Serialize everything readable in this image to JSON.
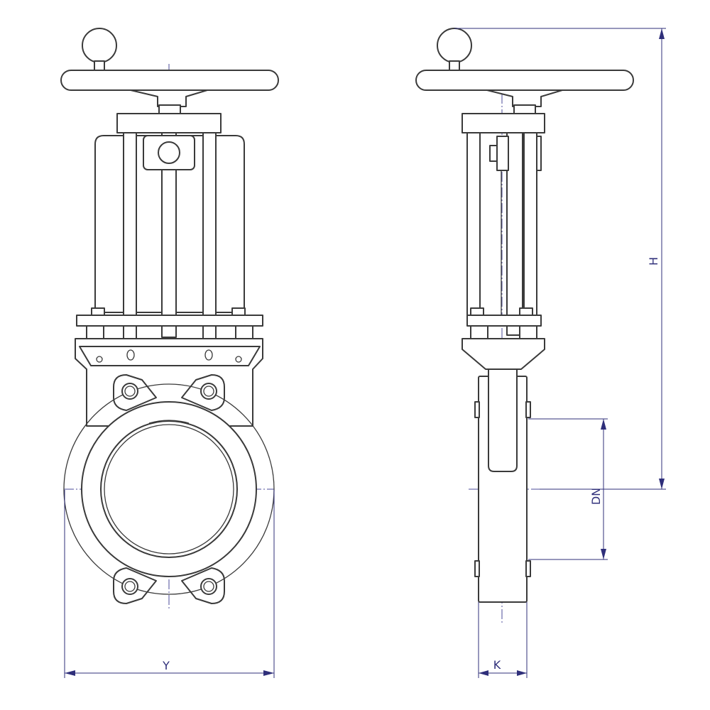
{
  "dimensions": {
    "y_label": "Y",
    "k_label": "K",
    "dn_label": "DN",
    "h_label": "H"
  },
  "colors": {
    "outline": "#3a3a3a",
    "dimension": "#2f2f7a",
    "centerline": "#4b4b9a"
  }
}
